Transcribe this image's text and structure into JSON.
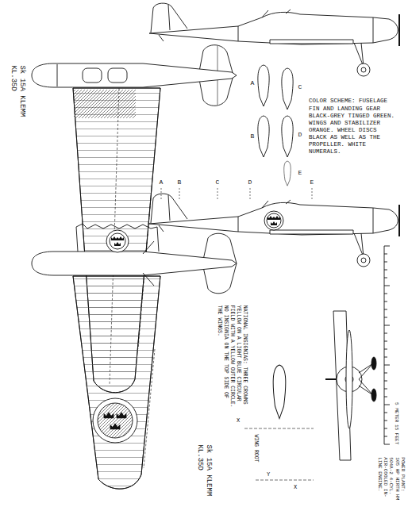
{
  "diagram": {
    "labels": [
      "COLOR SCHEME: FUSELAGE FIN AND LANDING GEAR BLACK-GREY TINGED GREEN. WINGS AND STABILIZER ORANGE. WHEEL DISCS BLACK AS WELL AS THE PROPELLER. WHITE NUMERALS.",
      "A",
      "B",
      "C",
      "D",
      "E",
      "A",
      "C",
      "B",
      "D",
      "E",
      "Sk 15A KLEMM KL.35D",
      "Sk 15A KLEMM KL.35D",
      "NATIONAL INSIGNIAS: THREE CROWNS YELLOW ON A LIGHT BLUE CIRCULAR FIELD WITH A YELLOW OUTER CIRCLE. NO INSIGNIA ON THE TOP SIDE OF THE WINGS.",
      "WING ROOT",
      "X",
      "Y",
      "X",
      "5 METER",
      "15 FEET",
      "POWER PLANT: 105 HP HIRTH HM 504A-2 4-CYL. AIR-COOLED IN-LINE ENGINE."
    ]
  }
}
